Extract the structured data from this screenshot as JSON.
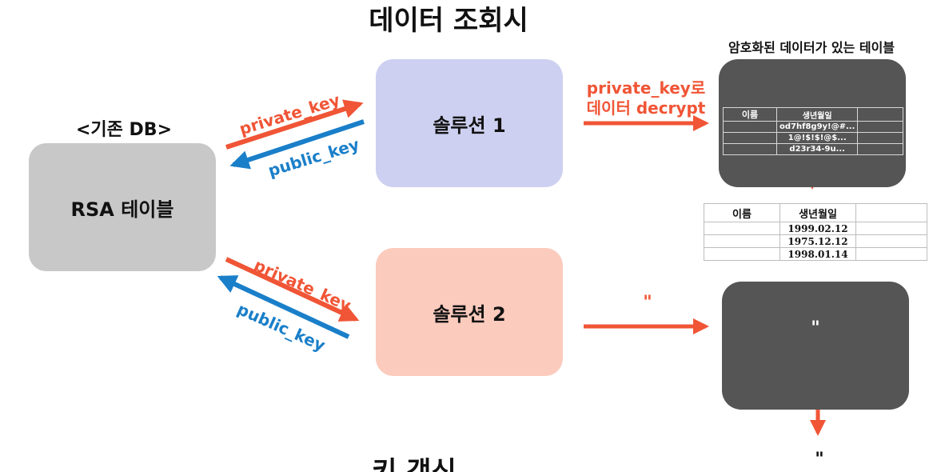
{
  "diagram": {
    "title": "데이터 조회시",
    "bottom_title": "키 갱신",
    "existing_db_label": "<기존 DB>",
    "rsa_table": "RSA 테이블",
    "solution1": "솔루션 1",
    "solution2": "솔루션 2",
    "private_key": "private_key",
    "public_key": "public_key",
    "decrypt_line1": "private_key로",
    "decrypt_line2": "데이터 decrypt",
    "encrypted_table_title": "암호화된 데이터가 있는 테이블",
    "ditto": "\"",
    "encrypted_table": {
      "headers": [
        "이름",
        "생년월일",
        ""
      ],
      "rows": [
        [
          "",
          "od7hf8g9y!@#...",
          ""
        ],
        [
          "",
          "1@!$!$!@$...",
          ""
        ],
        [
          "",
          "d23r34-9u...",
          ""
        ]
      ]
    },
    "plain_table": {
      "headers": [
        "이름",
        "생년월일",
        ""
      ],
      "rows": [
        [
          "",
          "1999.02.12",
          ""
        ],
        [
          "",
          "1975.12.12",
          ""
        ],
        [
          "",
          "1998.01.14",
          ""
        ]
      ]
    },
    "colors": {
      "private_arrow": "#f05536",
      "public_arrow": "#1a7fc9",
      "rsa_node": "#c8c8c8",
      "solution1_node": "#cdd0f0",
      "solution2_node": "#fbcbbd",
      "dark_panel": "#555555"
    }
  }
}
